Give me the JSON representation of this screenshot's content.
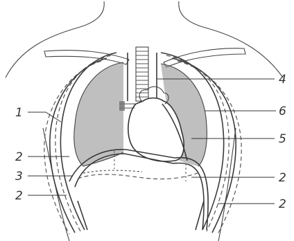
{
  "labels": {
    "l1": "1",
    "l2a": "2",
    "l3": "3",
    "l2b": "2",
    "l4": "4",
    "l6": "6",
    "l5": "5",
    "l2c": "2",
    "l2d": "2"
  }
}
